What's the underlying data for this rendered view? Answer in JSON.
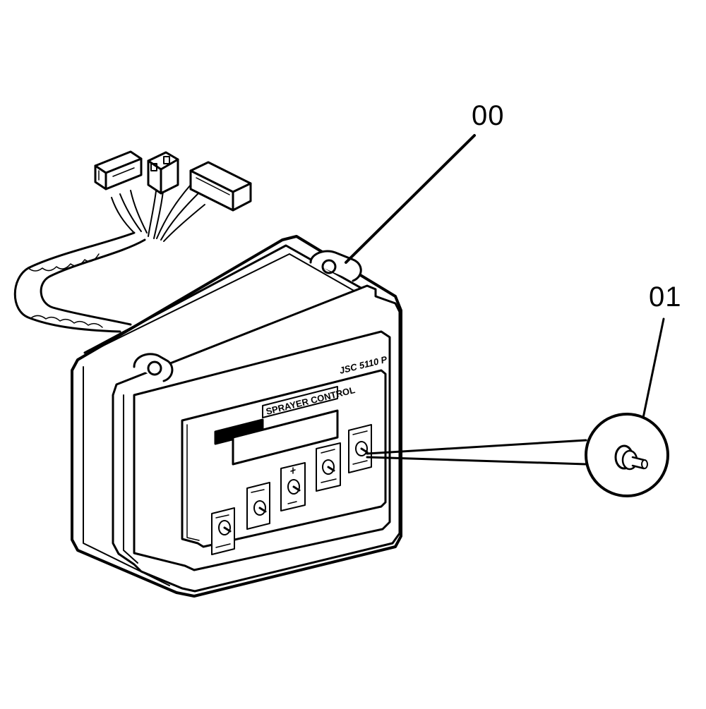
{
  "callouts": {
    "assembly": "00",
    "toggle_switch": "01"
  },
  "panel": {
    "title": "SPRAYER CONTROL",
    "model": "JSC 5110 P"
  },
  "colors": {
    "line": "#000000",
    "background": "#ffffff"
  }
}
